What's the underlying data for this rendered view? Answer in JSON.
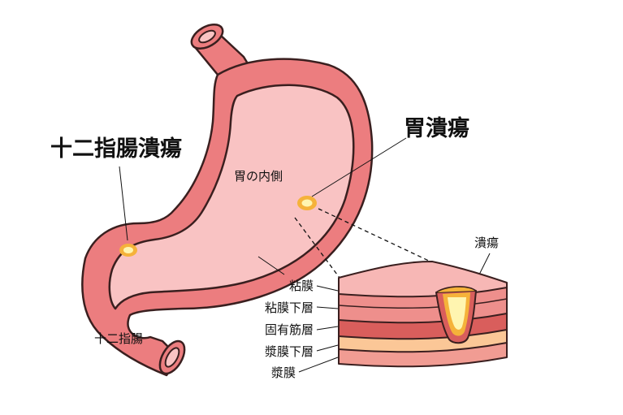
{
  "labels": {
    "duodenal_ulcer": "十二指腸潰瘍",
    "gastric_ulcer": "胃潰瘍",
    "stomach_inside": "胃の内側",
    "duodenum": "十二指腸",
    "ulcer": "潰瘍",
    "layers": [
      "粘膜",
      "粘膜下層",
      "固有筋層",
      "漿膜下層",
      "漿膜"
    ]
  },
  "colors": {
    "outline": "#3a1f1f",
    "stomach_wall": "#ec7d7f",
    "stomach_inner": "#f9c3c3",
    "ulcer_ring": "#f5b23a",
    "ulcer_core": "#fff5b0",
    "mucosa": "#f7b7b5",
    "submucosa": "#ee8f8c",
    "muscularis": "#d95e5c",
    "subserosa": "#fbc797",
    "serosa": "#f19c93"
  }
}
